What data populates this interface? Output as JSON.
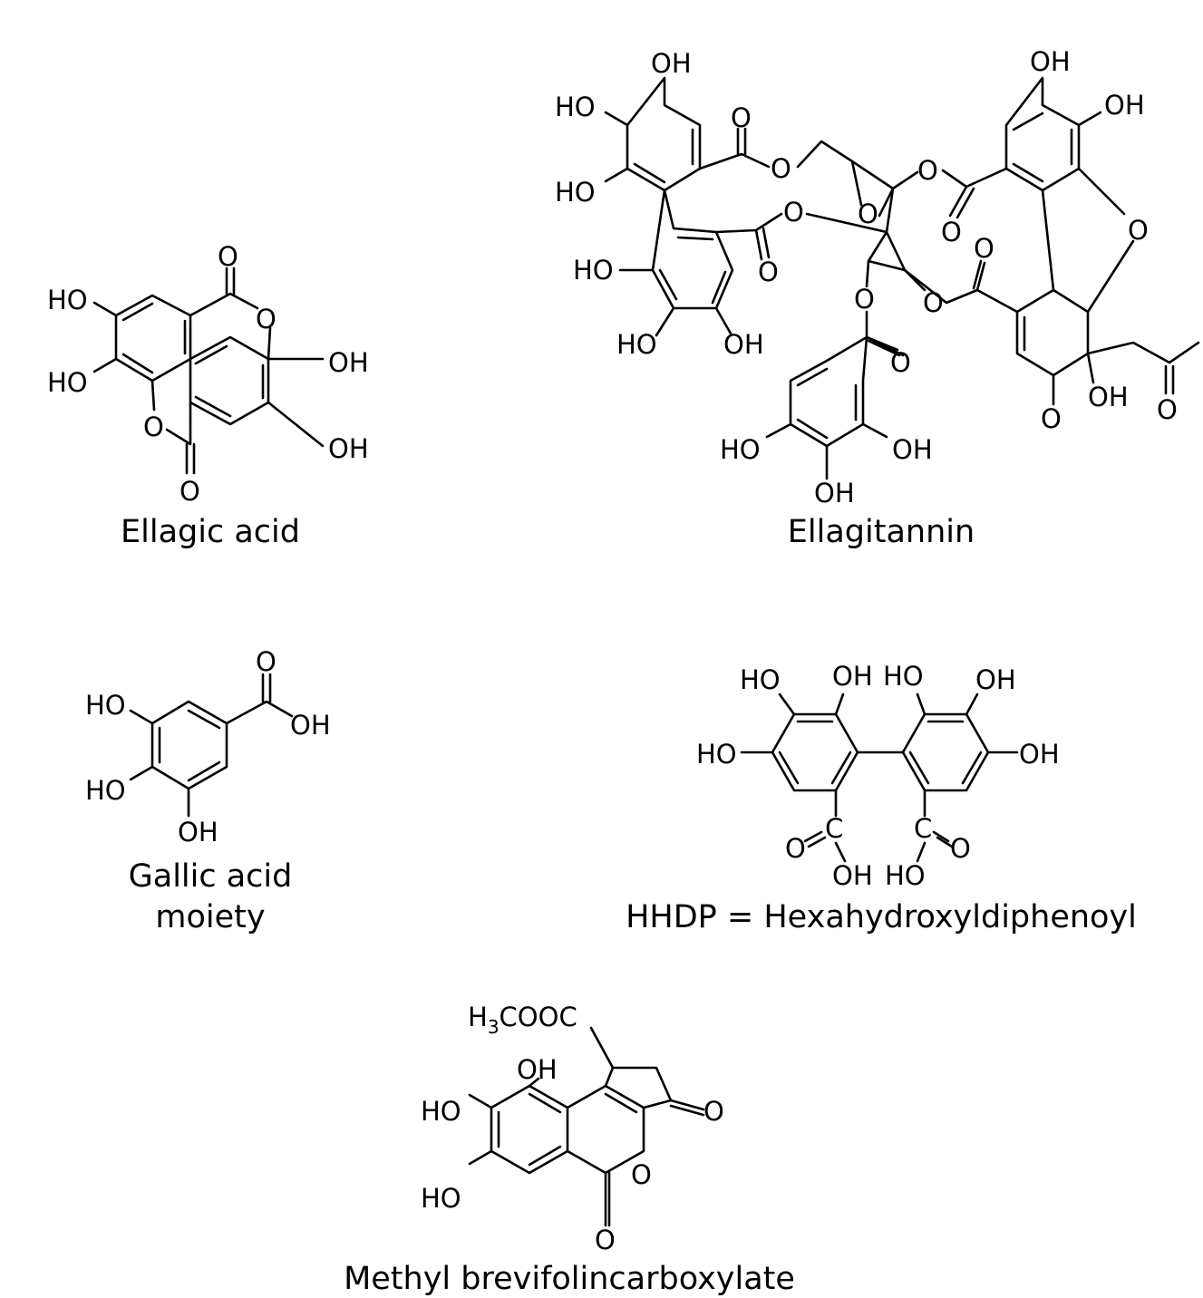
{
  "captions": {
    "ellagic_acid": "Ellagic acid",
    "ellagitannin": "Ellagitannin",
    "gallic_line1": "Gallic acid",
    "gallic_line2": "moiety",
    "hhdp": "HHDP = Hexahydroxyldiphenoyl",
    "methyl": "Methyl brevifolincarboxylate"
  },
  "atom_labels": {
    "oh": "OH",
    "ho": "HO",
    "o": "O",
    "c": "C",
    "h3cooc_h": "H",
    "h3cooc_sub": "3",
    "h3cooc_rest": "COOC"
  }
}
